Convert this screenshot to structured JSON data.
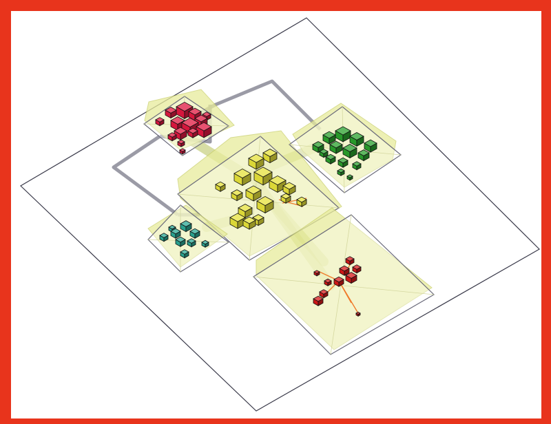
{
  "colors": {
    "frame": "#e8341c",
    "background": "#ffffff",
    "board_stroke": "#3a3a4a",
    "highlight_fill": "#e8ec9c",
    "highlight_stroke": "#c9cf6a",
    "bridge": "#8a8a96",
    "edge_orange": "#f07a2a",
    "cluster_red": "#e01840",
    "cluster_yellow": "#e6e23a",
    "cluster_green": "#2aa02c",
    "cluster_teal": "#2aa894",
    "cluster_red_small": "#d81818"
  },
  "clusters": [
    {
      "name": "red-cluster",
      "color_key": "cluster_red",
      "node_count": 14
    },
    {
      "name": "yellow-cluster",
      "color_key": "cluster_yellow",
      "node_count": 16
    },
    {
      "name": "green-cluster",
      "color_key": "cluster_green",
      "node_count": 14
    },
    {
      "name": "teal-cluster",
      "color_key": "cluster_teal",
      "node_count": 9
    },
    {
      "name": "small-red-cluster",
      "color_key": "cluster_red_small",
      "node_count": 10
    }
  ]
}
